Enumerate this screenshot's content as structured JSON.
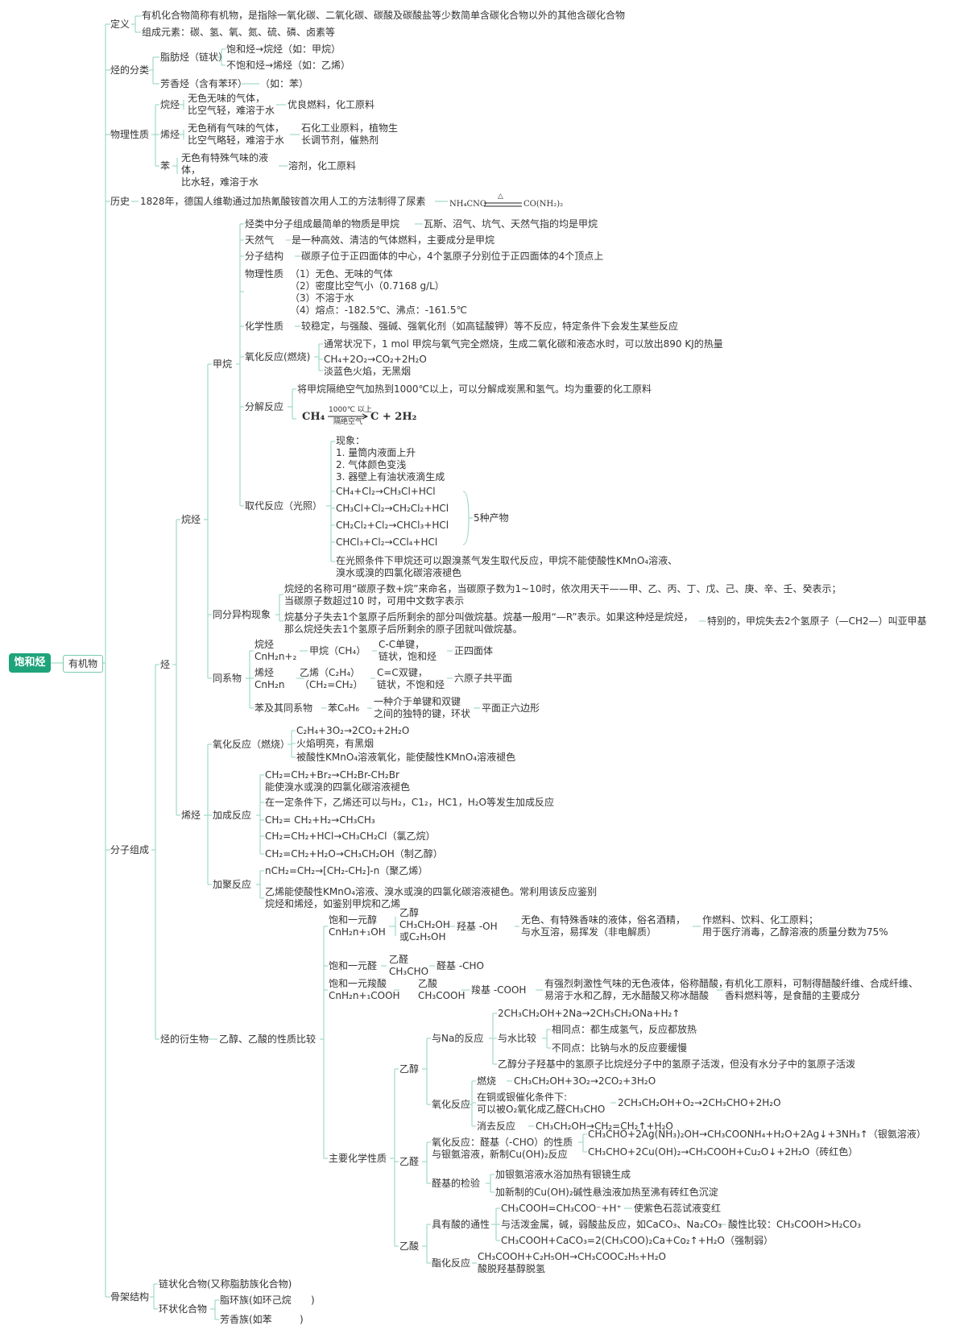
{
  "root": "饱和烃",
  "level1": "有机物",
  "def": {
    "label": "定义",
    "line1": "有机化合物简称有机物，是指除一氧化碳、二氧化碳、碳酸及碳酸盐等少数简单含碳化合物以外的其他含碳化合物",
    "line2": "组成元素：碳、氢、氧、氮、硫、磷、卤素等"
  },
  "cls": {
    "label": "烃的分类",
    "aliphatic": "脂肪烃（链状）",
    "sat": "饱和烃→烷烃（如：甲烷）",
    "unsat": "不饱和烃→烯烃（如：乙烯）",
    "aromatic": "芳香烃（含有苯环）",
    "aromatic_ex": "（如：苯）"
  },
  "phys": {
    "label": "物理性质",
    "alkane": "烷烃",
    "alkane_d1": "无色无味的气体，",
    "alkane_d2": "比空气轻，难溶于水",
    "alkane_use": "优良燃料，化工原料",
    "alkene": "烯烃",
    "alkene_d1": "无色稍有气味的气体，",
    "alkene_d2": "比空气略轻，难溶于水",
    "alkene_use1": "石化工业原料，植物生",
    "alkene_use2": "长调节剂，催熟剂",
    "benzene": "苯",
    "benzene_d1": "无色有特殊气味的液",
    "benzene_d2": "体，",
    "benzene_d3": "比水轻，难溶于水",
    "benzene_use": "溶剂，化工原料"
  },
  "hist": {
    "label": "历史",
    "text": "1828年，德国人维勒通过加热氰酸铵首次用人工的方法制得了尿素",
    "eq_left": "NH₄CNO",
    "eq_cond": "△",
    "eq_right": "CO(NH₂)₂"
  },
  "mol": {
    "label": "分子组成",
    "hc": "烃",
    "alkanes": "烷烃",
    "methane": "甲烷",
    "m1": "烃类中分子组成最简单的物质是甲烷",
    "m1b": "瓦斯、沼气、坑气、天然气指的均是甲烷",
    "m2": "天然气",
    "m2b": "是一种高效、清洁的气体燃料，主要成分是甲烷",
    "m3": "分子结构",
    "m3b": "碳原子位于正四面体的中心，4个氢原子分别位于正四面体的4个顶点上",
    "m4": "物理性质",
    "m4a": "（1）无色、无味的气体",
    "m4b": "（2）密度比空气小（0.7168 g/L）",
    "m4c": "（3）不溶于水",
    "m4d": "（4）熔点：-182.5℃、沸点：-161.5℃",
    "m5": "化学性质",
    "m5b": "较稳定，与强酸、强碱、强氧化剂（如高锰酸钾）等不反应，特定条件下会发生某些反应",
    "m6": "氧化反应(燃烧)",
    "m6a": "通常状况下，1 mol 甲烷与氧气完全燃烧，生成二氧化碳和液态水时，可以放出890 KJ的热量",
    "m6b": "CH₄+2O₂→CO₂+2H₂O",
    "m6c": "淡蓝色火焰，无黑烟",
    "m7": "分解反应",
    "m7a": "将甲烷隔绝空气加热到1000℃以上，可以分解成炭黑和氢气。均为重要的化工原料",
    "m7_left": "CH₄",
    "m7_top": "1000℃ 以上",
    "m7_bot": "隔绝空气",
    "m7_right": "C + 2H₂",
    "m8": "取代反应（光照）",
    "m8a": "现象：",
    "m8b": "1. 量筒内液面上升",
    "m8c": "2. 气体颜色变浅",
    "m8d": "3. 器壁上有油状液滴生成",
    "m8e": "CH₄+Cl₂→CH₃Cl+HCl",
    "m8f": "CH₃Cl+Cl₂→CH₂Cl₂+HCl",
    "m8g": "CH₂Cl₂+Cl₂→CHCl₃+HCl",
    "m8h": "CHCl₃+Cl₂→CCl₄+HCl",
    "m8i": "5种产物",
    "m8j": "在光照条件下甲烷还可以跟溴蒸气发生取代反应，甲烷不能使酸性KMnO₄溶液、",
    "m8k": "溴水或溴的四氯化碳溶液褪色",
    "iso": "同分异构现象",
    "iso1": "烷烃的名称可用“碳原子数+烷”来命名，当碳原子数为1~10时，依次用天干——甲、乙、丙、丁、戊、己、庚、辛、壬、癸表示；",
    "iso2": "当碳原子数超过10 时，可用中文数字表示",
    "iso3": "烷基分子失去1个氢原子后所剩余的部分叫做烷基。烷基一般用“—R”表示。如果这种烃是烷烃，",
    "iso4": "那么烷烃失去1个氢原子后所剩余的原子团就叫做烷基。",
    "iso5": "特别的，甲烷失去2个氢原子（—CH2—）叫亚甲基",
    "homo": "同系物",
    "h1a": "烷烃",
    "h1b": "CnH₂n+₂",
    "h1c": "甲烷（CH₄）",
    "h1d": "C-C单键，",
    "h1e": "链状，饱和烃",
    "h1f": "正四面体",
    "h2a": "烯烃",
    "h2b": "CnH₂n",
    "h2c": "乙烯（C₂H₄）",
    "h2d": "（CH₂=CH₂）",
    "h2e": "C=C双键，",
    "h2f": "链状，不饱和烃",
    "h2g": "六原子共平面",
    "h3a": "苯及其同系物",
    "h3b": "苯C₆H₆",
    "h3c": "一种介于单键和双键",
    "h3d": "之间的独特的键，环状",
    "h3e": "平面正六边形",
    "alkenes": "烯烃",
    "e1": "氧化反应（燃烧）",
    "e1a": "C₂H₄+3O₂→2CO₂+2H₂O",
    "e1b": "火焰明亮，有黑烟",
    "e1c": "被酸性KMnO₄溶液氧化，能使酸性KMnO₄溶液褪色",
    "e2": "加成反应",
    "e2a": "CH₂=CH₂+Br₂→CH₂Br-CH₂Br",
    "e2b": "能使溴水或溴的四氯化碳溶液褪色",
    "e2c": "在一定条件下，乙烯还可以与H₂，C1₂，HC1，H₂O等发生加成反应",
    "e2d": "CH₂= CH₂+H₂→CH₃CH₃",
    "e2e": "CH₂=CH₂+HCl→CH₃CH₂Cl（氯乙烷）",
    "e2f": "CH₂=CH₂+H₂O→CH₃CH₂OH（制乙醇）",
    "e3": "加聚反应",
    "e3a": "nCH₂=CH₂→[CH₂-CH₂]-n（聚乙烯）",
    "e3b": "乙烯能使酸性KMnO₄溶液、溴水或溴的四氯化碳溶液褪色。常利用该反应鉴别",
    "e3c": "烷烃和烯烃，如鉴别甲烷和乙烯",
    "deriv": "烃的衍生物",
    "cmp": "乙醇、乙酸的性质比较",
    "d1a": "饱和一元醇",
    "d1b": "CnH₂n+₁OH",
    "d1c": "乙醇",
    "d1d": "CH₃CH₂OH",
    "d1e": "或C₂H₅OH",
    "d1f": "羟基 -OH",
    "d1g": "无色、有特殊香味的液体，俗名酒精，",
    "d1h": "与水互溶，易挥发（非电解质）",
    "d1i": "作燃料、饮料、化工原料；",
    "d1j": "用于医疗消毒，乙醇溶液的质量分数为75%",
    "d2a": "饱和一元醛",
    "d2b": "乙醛",
    "d2c": "CH₃CHO",
    "d2d": "醛基 -CHO",
    "d3a": "饱和一元羧酸",
    "d3b": "CnH₂n+₁COOH",
    "d3c": "乙酸",
    "d3d": "CH₃COOH",
    "d3e": "羧基 -COOH",
    "d3f": "有强烈刺激性气味的无色液体，俗称醋酸，",
    "d3g": "易溶于水和乙醇，无水醋酸又称冰醋酸",
    "d3h": "有机化工原料，可制得醋酸纤维、合成纤维、",
    "d3i": "香料燃料等，是食醋的主要成分",
    "chem": "主要化学性质",
    "eth": "乙醇",
    "na": "与Na的反应",
    "na1": "2CH₃CH₂OH+2Na→2CH₃CH₂ONa+H₂↑",
    "na2": "与水比较",
    "na3": "相同点：都生成氢气，反应都放热",
    "na4": "不同点：比钠与水的反应要缓慢",
    "na5": "乙醇分子羟基中的氢原子比烷烃分子中的氢原子活泼，但没有水分子中的氢原子活泼",
    "ox": "氧化反应",
    "ox1": "燃烧",
    "ox2": "CH₃CH₂OH+3O₂→2CO₂+3H₂O",
    "ox3": "在铜或银催化条件下:",
    "ox4": "可以被O₂氧化成乙醛CH₃CHO",
    "ox5": "2CH₃CH₂OH+O₂→2CH₃CHO+2H₂O",
    "ox6": "消去反应",
    "ox7": "CH₃CH₂OH→CH₂=CH₂↑+H₂O",
    "ald": "乙醛",
    "al1": "氧化反应：醛基（-CHO）的性质",
    "al2": "与银氨溶液，新制Cu(OH)₂反应",
    "al3": "CH₃CHO+2Ag(NH₃)₂OH→CH₃COONH₄+H₂O+2Ag↓+3NH₃↑（银氨溶液）",
    "al4": "CH₃CHO+2Cu(OH)₂→CH₃COOH+Cu₂O↓+2H₂O（砖红色）",
    "al5": "醛基的检验",
    "al6": "加银氨溶液水浴加热有银镜生成",
    "al7": "加新制的Cu(OH)₂碱性悬浊液加热至沸有砖红色沉淀",
    "acid": "乙酸",
    "ac1": "具有酸的通性",
    "ac2": "CH₃COOH=CH₃COO⁻+H⁺",
    "ac3": "使紫色石蕊试液变红",
    "ac4": "与活泼金属，碱，弱酸盐反应，如CaCO₃、Na₂CO₃",
    "ac5": "酸性比较：CH₃COOH>H₂CO₃",
    "ac6": "CH₃COOH+CaCO₃=2(CH₃COO)₂Ca+Co₂↑+H₂O（强制弱）",
    "ac7": "酯化反应",
    "ac8": "CH₃COOH+C₂H₅OH→CH₃COOC₂H₅+H₂O",
    "ac9": "酸脱羟基醇脱氢"
  },
  "skel": {
    "label": "骨架结构",
    "chain": "链状化合物(又称脂肪族化合物)",
    "ring": "环状化合物",
    "alicyclic": "脂环族(如环己烷",
    "aromatic": "芳香族(如苯",
    "close": ")"
  }
}
